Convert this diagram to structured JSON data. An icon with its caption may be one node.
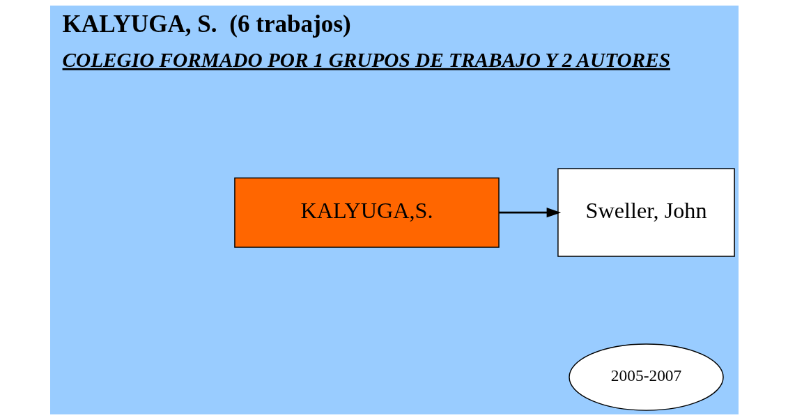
{
  "diagram": {
    "title": "KALYUGA, S.  (6 trabajos)",
    "nodes": [
      {
        "text": [
          "KALYUGA,S."
        ]
      },
      {
        "text": [
          "Sweller, John"
        ]
      },
      {
        "text": [
          "2005-2007"
        ]
      }
    ],
    "edges": [
      {
        "from": 0,
        "to": 1,
        "arrow": "to"
      }
    ],
    "labels": [
      "COLEGIO FORMADO POR 1 GRUPOS DE TRABAJO Y 2 AUTORES"
    ]
  }
}
